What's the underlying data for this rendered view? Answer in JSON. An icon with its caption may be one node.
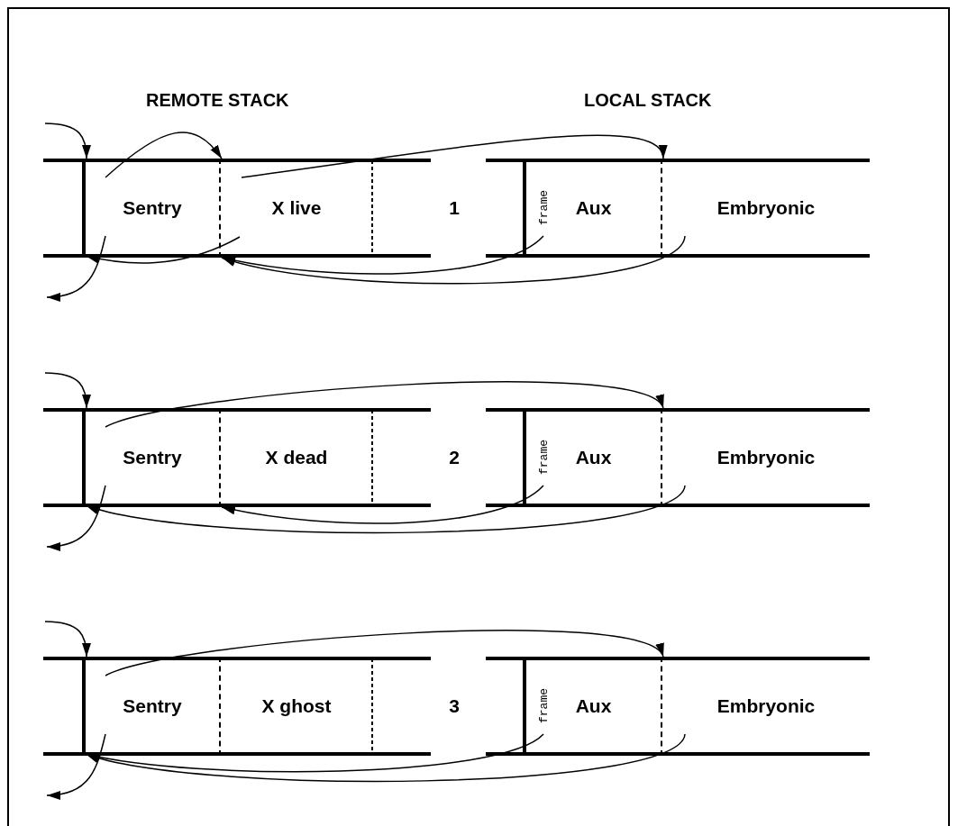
{
  "diagram": {
    "nodes": [
      {
        "text": [
          "Sentry"
        ]
      },
      {
        "text": [
          "X live"
        ]
      },
      {
        "text": [
          "1"
        ]
      },
      {
        "text": [
          "frame",
          "Aux"
        ]
      },
      {
        "text": [
          "Embryonic"
        ]
      },
      {
        "text": [
          "Sentry"
        ]
      },
      {
        "text": [
          "X dead"
        ]
      },
      {
        "text": [
          "2"
        ]
      },
      {
        "text": [
          "frame",
          "Aux"
        ]
      },
      {
        "text": [
          "Embryonic"
        ]
      },
      {
        "text": [
          "Sentry"
        ]
      },
      {
        "text": [
          "X ghost"
        ]
      },
      {
        "text": [
          "3"
        ]
      },
      {
        "text": [
          "frame",
          "Aux"
        ]
      },
      {
        "text": [
          "Embryonic"
        ]
      }
    ],
    "edges": [
      {
        "from": null,
        "to": 0,
        "arrow": "to"
      },
      {
        "from": 0,
        "to": 1,
        "arrow": "to"
      },
      {
        "from": 1,
        "to": 4,
        "arrow": "to"
      },
      {
        "from": 0,
        "to": null,
        "arrow": "to"
      },
      {
        "from": 1,
        "to": 0,
        "arrow": "to"
      },
      {
        "from": 3,
        "to": 1,
        "arrow": "to"
      },
      {
        "from": 4,
        "to": 1,
        "arrow": "to"
      },
      {
        "from": null,
        "to": 5,
        "arrow": "to"
      },
      {
        "from": 5,
        "to": 9,
        "arrow": "to"
      },
      {
        "from": 5,
        "to": null,
        "arrow": "to"
      },
      {
        "from": 8,
        "to": 6,
        "arrow": "to"
      },
      {
        "from": 9,
        "to": 5,
        "arrow": "to"
      },
      {
        "from": null,
        "to": 10,
        "arrow": "to"
      },
      {
        "from": 10,
        "to": 14,
        "arrow": "to"
      },
      {
        "from": 10,
        "to": null,
        "arrow": "to"
      },
      {
        "from": 13,
        "to": 10,
        "arrow": "to"
      },
      {
        "from": 14,
        "to": 10,
        "arrow": "to"
      }
    ],
    "labels": [
      "REMOTE STACK",
      "LOCAL STACK"
    ]
  }
}
